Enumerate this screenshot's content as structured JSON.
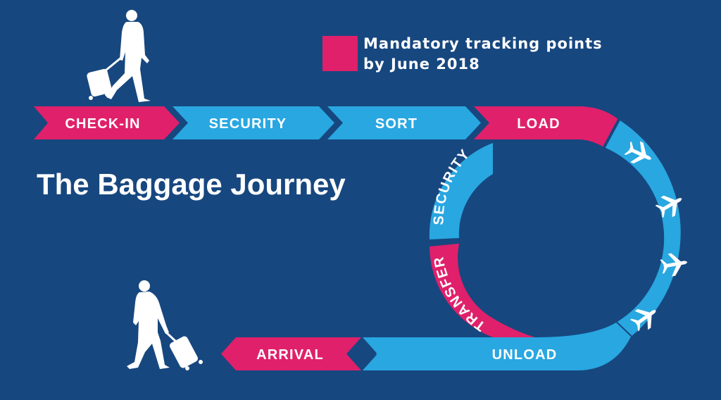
{
  "title": "The Baggage Journey",
  "legend": {
    "line1": "Mandatory tracking points",
    "line2": "by June 2018"
  },
  "colors": {
    "background": "#17477f",
    "mandatory": "#e0206a",
    "normal": "#29a7e1",
    "divider": "#17477f",
    "silhouette": "#ffffff"
  },
  "stages": {
    "checkin": "CHECK-IN",
    "security": "SECURITY",
    "sort": "SORT",
    "load": "LOAD",
    "security_transfer": "SECURITY",
    "transfer": "TRANSFER",
    "unload": "UNLOAD",
    "arrival": "ARRIVAL"
  },
  "icons": {
    "departing_traveler": "traveler-with-rolling-suitcase-icon",
    "arriving_traveler": "traveler-with-rolling-suitcase-icon",
    "flight": "airplane-icon"
  }
}
